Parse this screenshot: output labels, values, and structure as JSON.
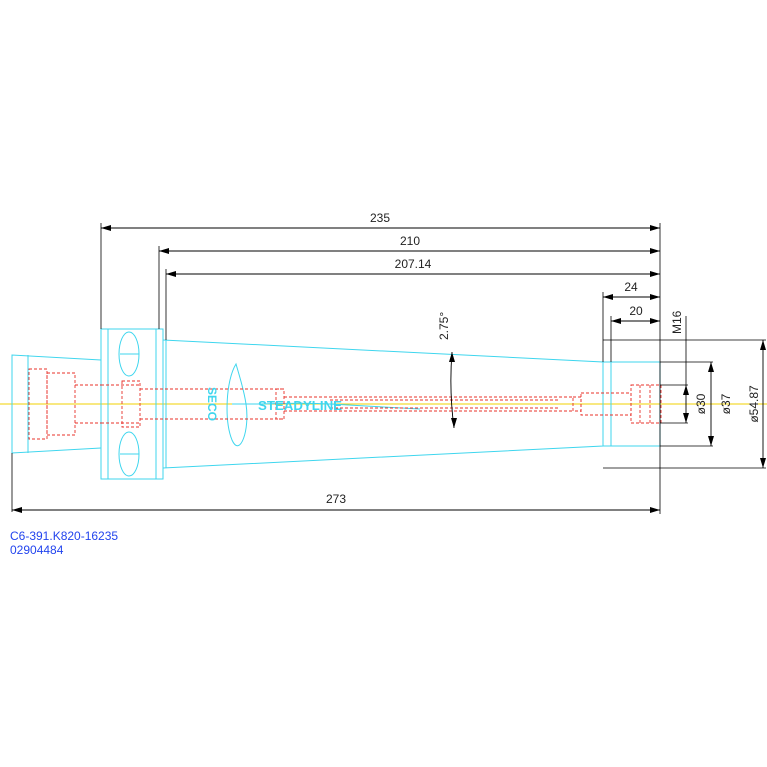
{
  "dimensions": {
    "d235": "235",
    "d210": "210",
    "d207": "207.14",
    "d24": "24",
    "d20": "20",
    "d273": "273",
    "taper_angle": "2.75°",
    "thread": "M16",
    "dia30": "ø30",
    "dia37": "ø37",
    "dia54": "ø54.87"
  },
  "logo": {
    "brand": "STEADYLINE",
    "vertical": "SECO"
  },
  "part": {
    "code": "C6-391.K820-16235",
    "number": "02904484"
  },
  "colors": {
    "outline": "#3fd6ee",
    "hidden_lines": "#e8302a",
    "center_axis": "#f0d000",
    "dimension": "#000000",
    "label": "#2244ee"
  }
}
